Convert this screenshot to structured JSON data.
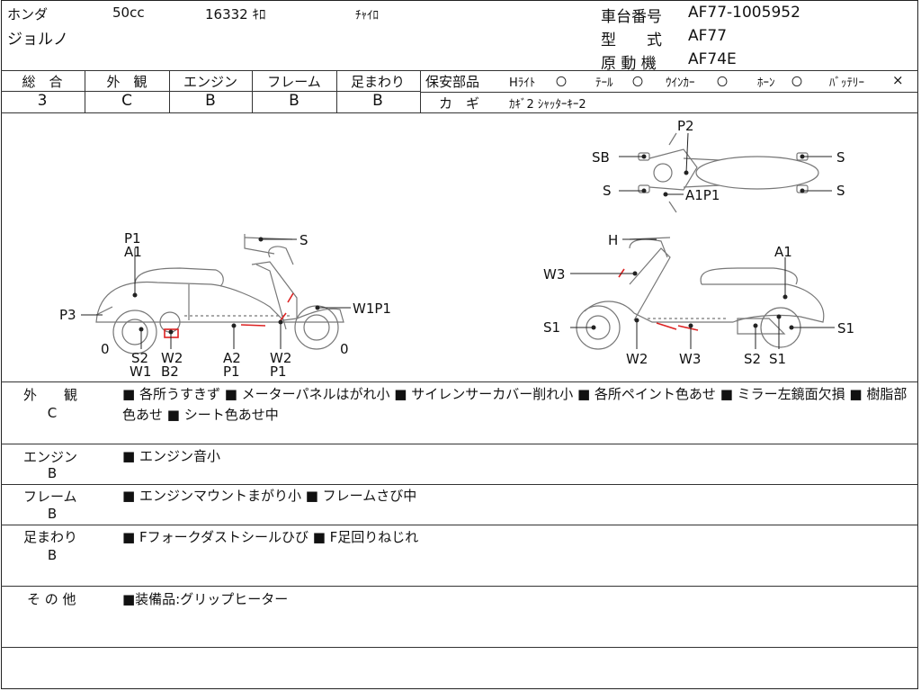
{
  "header": {
    "maker": "ホンダ",
    "displacement": "50cc",
    "mileage": "16332 ｷﾛ",
    "color": "ﾁｬｲﾛ",
    "model_name": "ジョルノ",
    "frame_no_label": "車台番号",
    "frame_no": "AF77-1005952",
    "type_label": "型　　式",
    "type": "AF77",
    "engine_label": "原 動 機",
    "engine": "AF74E"
  },
  "grades": {
    "headers": [
      "総　合",
      "外　観",
      "エンジン",
      "フレーム",
      "足まわり"
    ],
    "values": [
      "3",
      "C",
      "B",
      "B",
      "B"
    ]
  },
  "safety": {
    "label": "保安部品",
    "items": [
      {
        "name": "Hﾗｲﾄ",
        "mark": "〇"
      },
      {
        "name": "ﾃｰﾙ",
        "mark": "〇"
      },
      {
        "name": "ｳｲﾝｶｰ",
        "mark": "〇"
      },
      {
        "name": "ﾎｰﾝ",
        "mark": "〇"
      },
      {
        "name": "ﾊﾞｯﾃﾘｰ",
        "mark": "×"
      }
    ],
    "key_label": "カ　ギ",
    "key_value": "ｶｷﾞ2 ｼｬｯﾀｰｷｰ2"
  },
  "diagram": {
    "side_left": {
      "labels": [
        "P1",
        "A1",
        "S",
        "P3",
        "W1P1",
        "0",
        "0",
        "S2",
        "W1",
        "W2",
        "B2",
        "A2",
        "P1",
        "W2",
        "P1"
      ]
    },
    "top_view": {
      "labels": [
        "P2",
        "SB",
        "S",
        "S",
        "S",
        "A1P1"
      ]
    },
    "side_right": {
      "labels": [
        "H",
        "A1",
        "W3",
        "S1",
        "S1",
        "W2",
        "W3",
        "S2",
        "S1"
      ]
    }
  },
  "details": [
    {
      "label": "外　　観",
      "grade": "C",
      "text": "■ 各所うすきず ■ メーターパネルはがれ小 ■ サイレンサーカバー削れ小 ■ 各所ペイント色あせ ■ ミラー左鏡面欠損 ■ 樹脂部色あせ ■ シート色あせ中"
    },
    {
      "label": "エンジン",
      "grade": "B",
      "text": "■ エンジン音小"
    },
    {
      "label": "フレーム",
      "grade": "B",
      "text": "■ エンジンマウントまがり小 ■ フレームさび中"
    },
    {
      "label": "足まわり",
      "grade": "B",
      "text": "■ Fフォークダストシールひび ■ F足回りねじれ"
    },
    {
      "label": "そ の 他",
      "grade": "",
      "text": "■装備品:グリップヒーター"
    }
  ]
}
